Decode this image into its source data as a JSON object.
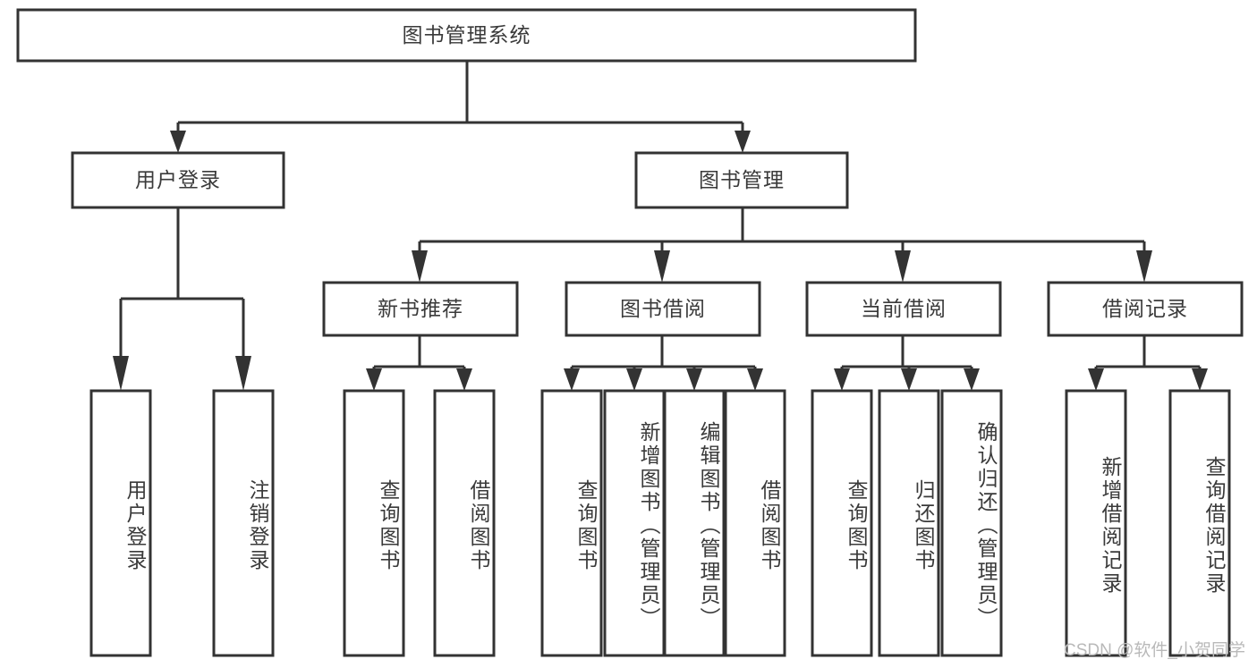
{
  "diagram": {
    "title": "图书管理系统",
    "type": "hierarchy-tree",
    "root": {
      "id": "root",
      "label": "图书管理系统",
      "orientation": "horizontal"
    },
    "level1": [
      {
        "id": "user-login",
        "label": "用户登录",
        "orientation": "horizontal"
      },
      {
        "id": "book-management",
        "label": "图书管理",
        "orientation": "horizontal"
      }
    ],
    "level2": [
      {
        "id": "new-book-recommend",
        "label": "新书推荐",
        "parent": "book-management",
        "orientation": "horizontal"
      },
      {
        "id": "book-borrow",
        "label": "图书借阅",
        "parent": "book-management",
        "orientation": "horizontal"
      },
      {
        "id": "current-borrow",
        "label": "当前借阅",
        "parent": "book-management",
        "orientation": "horizontal"
      },
      {
        "id": "borrow-record",
        "label": "借阅记录",
        "parent": "book-management",
        "orientation": "horizontal"
      }
    ],
    "leaves": [
      {
        "id": "leaf-user-login",
        "label": "用户登录",
        "parent": "user-login",
        "orientation": "vertical"
      },
      {
        "id": "leaf-logout-login",
        "label": "注销登录",
        "parent": "user-login",
        "orientation": "vertical"
      },
      {
        "id": "leaf-query-book-1",
        "label": "查询图书",
        "parent": "new-book-recommend",
        "orientation": "vertical"
      },
      {
        "id": "leaf-borrow-book-1",
        "label": "借阅图书",
        "parent": "new-book-recommend",
        "orientation": "vertical"
      },
      {
        "id": "leaf-query-book-2",
        "label": "查询图书",
        "parent": "book-borrow",
        "orientation": "vertical"
      },
      {
        "id": "leaf-add-book-admin",
        "label": "新增图书（管理员）",
        "parent": "book-borrow",
        "orientation": "vertical"
      },
      {
        "id": "leaf-edit-book-admin",
        "label": "编辑图书（管理员）",
        "parent": "book-borrow",
        "orientation": "vertical"
      },
      {
        "id": "leaf-borrow-book-2",
        "label": "借阅图书",
        "parent": "book-borrow",
        "orientation": "vertical"
      },
      {
        "id": "leaf-query-book-3",
        "label": "查询图书",
        "parent": "current-borrow",
        "orientation": "vertical"
      },
      {
        "id": "leaf-return-book",
        "label": "归还图书",
        "parent": "current-borrow",
        "orientation": "vertical"
      },
      {
        "id": "leaf-confirm-return-admin",
        "label": "确认归还（管理员）",
        "parent": "current-borrow",
        "orientation": "vertical"
      },
      {
        "id": "leaf-add-borrow-record",
        "label": "新增借阅记录",
        "parent": "borrow-record",
        "orientation": "vertical"
      },
      {
        "id": "leaf-query-borrow-record",
        "label": "查询借阅记录",
        "parent": "borrow-record",
        "orientation": "vertical"
      }
    ]
  },
  "watermark": {
    "text": "CSDN @软件_小贺同学"
  },
  "colors": {
    "stroke": "#333333",
    "box_fill": "#ffffff",
    "text": "#3a3a3a",
    "watermark": "#b9b9b9",
    "background": "#ffffff"
  }
}
